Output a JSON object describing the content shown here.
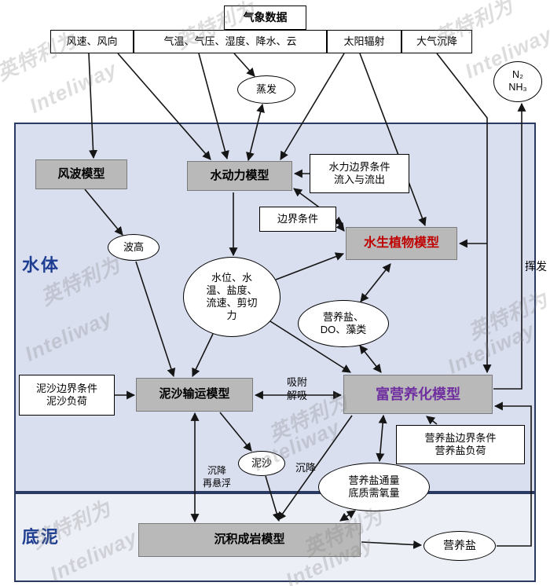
{
  "watermark": {
    "latin": "Inteliway",
    "cjk": "英特利为"
  },
  "meteo": {
    "title": "气象数据",
    "inputs": [
      "风速、风向",
      "气温、气压、湿度、降水、云",
      "太阳辐射",
      "大气沉降"
    ]
  },
  "regions": {
    "water": "水体",
    "bed": "底泥"
  },
  "models": {
    "wind_wave": "风波模型",
    "hydrodynamic": "水动力模型",
    "aquatic_plant": "水生植物模型",
    "sediment_transport": "泥沙输运模型",
    "eutrophication": "富营养化模型",
    "diagenesis": "沉积成岩模型"
  },
  "boundaries": {
    "hydraulic": "水力边界条件\n流入与流出",
    "generic": "边界条件",
    "sediment": "泥沙边界条件\n泥沙负荷",
    "nutrient": "营养盐边界条件\n营养盐负荷"
  },
  "states": {
    "evaporation": "蒸发",
    "n2_nh3": "N₂\nNH₃",
    "wave_height": "波高",
    "hydro_state": "水位、水\n温、盐度、\n流速、剪切\n力",
    "nutrient_do_algae": "营养盐、\nDO、藻类",
    "suspended_sediment": "泥沙",
    "benthic_flux": "营养盐通量\n底质需氧量",
    "pore_nutrient": "营养盐"
  },
  "processes": {
    "adsorption_desorption": "吸附\n解吸",
    "volatilization": "挥发",
    "settling": "沉降",
    "settling_resuspension": "沉降\n再悬浮"
  },
  "colors": {
    "water_bg": "#dadfef",
    "bed_bg": "#edeff7",
    "model_fill": "#b9b9b9",
    "aquatic_text": "#c00000",
    "eutrophication_text": "#7030a0",
    "region_label": "#1d3e91",
    "border_dark": "#2b3a63"
  }
}
